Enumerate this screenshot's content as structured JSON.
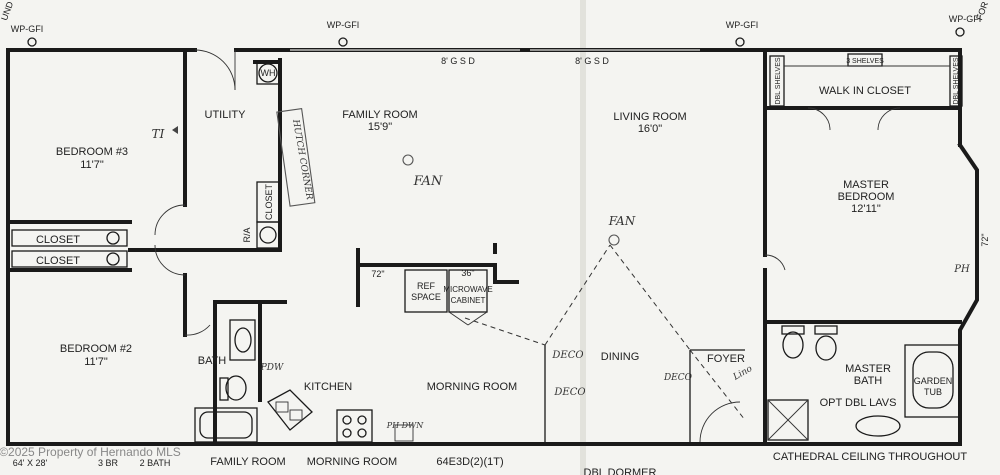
{
  "outlets": {
    "left": "WP-GFI",
    "middle": "WP-GFI",
    "right": "WP-GFI",
    "corner": "WP-GFI",
    "corner_note_1": "UND",
    "corner_note_2": "FOR"
  },
  "doors": {
    "gsd_left": "8' G S D",
    "gsd_right": "8' G S D"
  },
  "rooms": {
    "bedroom3": {
      "name": "BEDROOM #3",
      "size": "11'7\""
    },
    "bedroom2": {
      "name": "BEDROOM #2",
      "size": "11'7\""
    },
    "utility": "UTILITY",
    "family": {
      "name": "FAMILY ROOM",
      "size": "15'9\""
    },
    "living": {
      "name": "LIVING ROOM",
      "size": "16'0\""
    },
    "master_bed": {
      "name_1": "MASTER",
      "name_2": "BEDROOM",
      "size": "12'11\""
    },
    "walk_in": "WALK IN CLOSET",
    "bath": "BATH",
    "kitchen": "KITCHEN",
    "morning": "MORNING ROOM",
    "dining": "DINING",
    "foyer": "FOYER",
    "master_bath_1": "MASTER",
    "master_bath_2": "BATH",
    "opt_lavs": "OPT DBL LAVS"
  },
  "fixtures": {
    "closet1": "CLOSET",
    "closet2": "CLOSET",
    "closet_v": "CLOSET",
    "wh": "WH",
    "ra": "R/A",
    "shelves": "3 SHELVES",
    "dbl_shelves_l": "DBL SHELVES",
    "dbl_shelves_r": "DBL SHELVES",
    "ref_1": "REF",
    "ref_2": "SPACE",
    "ref_w": "72\"",
    "micro_1": "MICROWAVE",
    "micro_2": "CABINET",
    "micro_w": "36\"",
    "garden_1": "GARDEN",
    "garden_2": "TUB",
    "bay_w": "72\""
  },
  "handwritten": {
    "fan1": "FAN",
    "fan2": "FAN",
    "ti": "TI",
    "hutch": "HUTCH CORNER",
    "deco1": "DECO",
    "deco2": "DECO",
    "deco3": "DECO",
    "ph": "PH",
    "phd": "PH DWN",
    "pdw": "PDW",
    "lino": "Lino"
  },
  "footer": {
    "label1": "FAMILY ROOM",
    "label2": "MORNING ROOM",
    "model": "64E3D(2)(1T)",
    "cathedral": "CATHEDRAL CEILING THROUGHOUT",
    "dims": "64' X 28'",
    "beds": "3 BR",
    "baths": "2 BATH",
    "copyright": "©2025 Property of Hernando MLS",
    "dormer": "DBL DORMER"
  },
  "colors": {
    "paper": "#f4f4f1",
    "ink": "#1a1a1a"
  }
}
